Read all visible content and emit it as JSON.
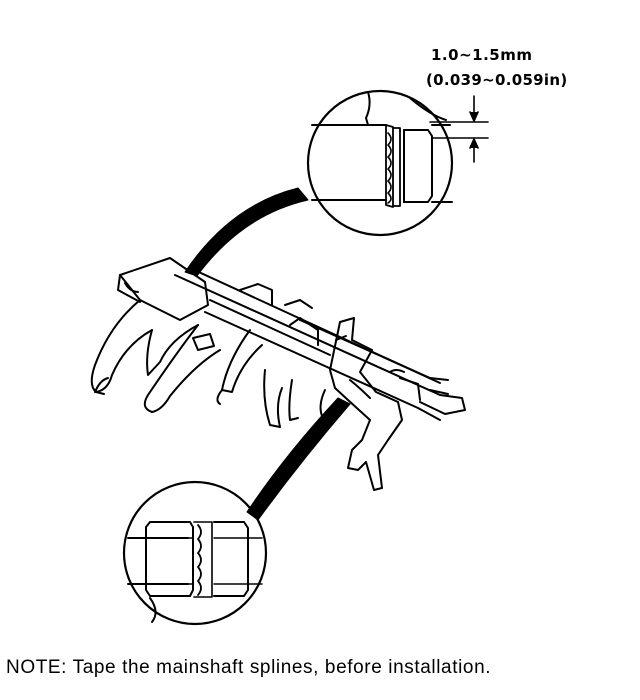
{
  "labels": {
    "clearance_mm": "1.0~1.5mm",
    "clearance_in": "(0.039~0.059in)"
  },
  "note": "NOTE: Tape the mainshaft splines, before installation."
}
